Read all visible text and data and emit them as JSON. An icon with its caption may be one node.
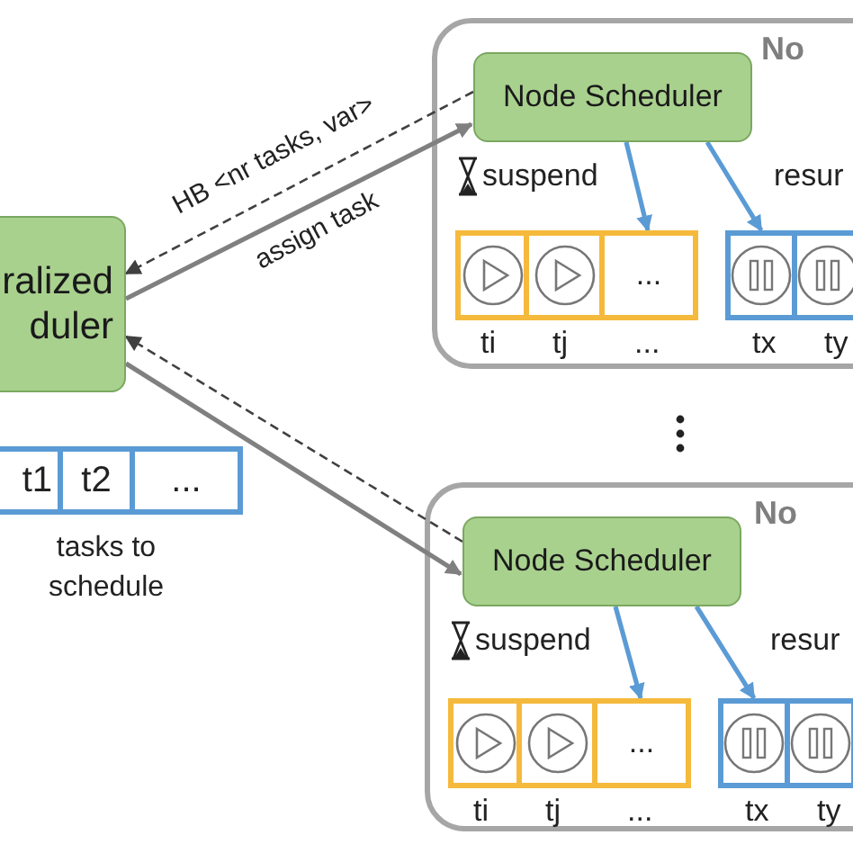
{
  "diagram": {
    "nodes": [
      {
        "text": [
          "No"
        ]
      },
      {
        "text": [
          "Node Scheduler"
        ],
        "in": 0
      },
      {
        "text": [
          "..."
        ],
        "in": 0,
        "beside": [
          "ti",
          "tj",
          "..."
        ]
      },
      {
        "text": [],
        "shape": "box",
        "in": 0,
        "beside": [
          "tx",
          "ty"
        ]
      },
      {
        "text": [
          "ralized duler"
        ]
      },
      {
        "text": [
          "t1",
          "t2",
          "..."
        ],
        "beside": [
          "tasks to schedule"
        ]
      },
      {
        "text": [
          "No"
        ]
      },
      {
        "text": [
          "Node Scheduler"
        ],
        "in": 6
      },
      {
        "text": [
          "..."
        ],
        "in": 6,
        "beside": [
          "ti",
          "tj",
          "..."
        ]
      },
      {
        "text": [],
        "shape": "box",
        "in": 6,
        "beside": [
          "tx",
          "ty"
        ]
      }
    ],
    "edges": [
      {
        "from": 1,
        "to": 4,
        "arrow": "to",
        "label": "HB <nr tasks, var>",
        "style": "dashed",
        "color": "#404040"
      },
      {
        "from": 4,
        "to": 1,
        "arrow": "to",
        "label": "assign task",
        "color": "#808080"
      },
      {
        "from": 1,
        "to": 2,
        "arrow": "to"
      },
      {
        "from": 1,
        "to": 3,
        "arrow": "to"
      },
      {
        "from": 7,
        "to": 4,
        "arrow": "to",
        "style": "dashed",
        "color": "#404040"
      },
      {
        "from": 4,
        "to": 7,
        "arrow": "to",
        "color": "#808080"
      },
      {
        "from": 7,
        "to": 8,
        "arrow": "to"
      },
      {
        "from": 7,
        "to": 9,
        "arrow": "to"
      }
    ],
    "labels": [
      "suspend",
      "resur",
      "suspend",
      "resur"
    ]
  }
}
